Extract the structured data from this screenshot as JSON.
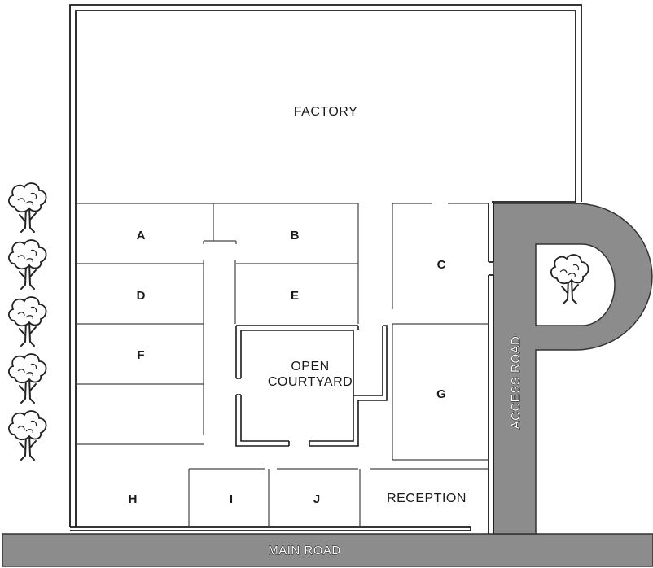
{
  "labels": {
    "factory": "FACTORY",
    "room_a": "A",
    "room_b": "B",
    "room_c": "C",
    "room_d": "D",
    "room_e": "E",
    "room_f": "F",
    "room_g": "G",
    "room_h": "H",
    "room_i": "I",
    "room_j": "J",
    "courtyard_line1": "OPEN",
    "courtyard_line2": "COURTYARD",
    "reception": "RECEPTION",
    "main_road": "MAIN ROAD",
    "access_road": "ACCESS ROAD"
  },
  "colors": {
    "road": "#8c8c8c",
    "wall": "#1a1a1a",
    "partition": "#444444",
    "background": "#ffffff"
  },
  "icons": [
    "tree-icon"
  ]
}
